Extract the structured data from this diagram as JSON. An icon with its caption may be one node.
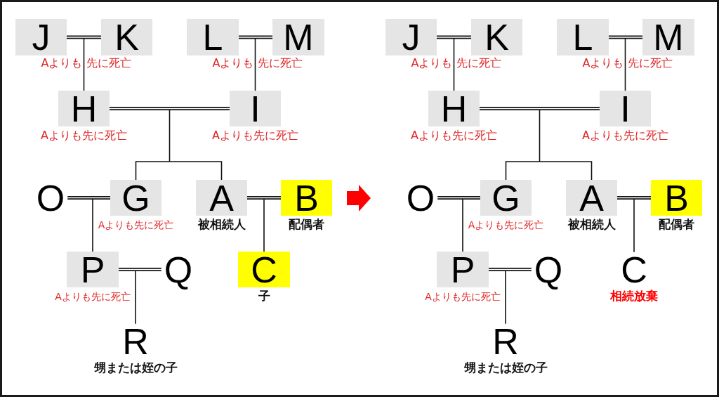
{
  "diagram": {
    "nodes": [
      {
        "text": [
          "J"
        ]
      },
      {
        "text": [
          "K"
        ]
      },
      {
        "text": [
          "L"
        ]
      },
      {
        "text": [
          "M"
        ]
      },
      {
        "text": [
          "H"
        ],
        "beside": [
          "Aよりも先に死亡"
        ]
      },
      {
        "text": [
          "I"
        ],
        "beside": [
          "Aよりも先に死亡"
        ]
      },
      {
        "text": [
          "O"
        ]
      },
      {
        "text": [
          "G"
        ],
        "beside": [
          "Aよりも先に死亡"
        ]
      },
      {
        "text": [
          "A"
        ],
        "beside": [
          "被相続人"
        ]
      },
      {
        "text": [
          "B"
        ],
        "beside": [
          "配偶者"
        ]
      },
      {
        "text": [
          "P"
        ],
        "beside": [
          "Aよりも先に死亡"
        ]
      },
      {
        "text": [
          "Q"
        ]
      },
      {
        "text": [
          "C"
        ],
        "beside": [
          "子"
        ]
      },
      {
        "text": [
          "R"
        ],
        "beside": [
          "甥または姪の子"
        ]
      },
      {
        "text": [
          "J"
        ]
      },
      {
        "text": [
          "K"
        ]
      },
      {
        "text": [
          "L"
        ]
      },
      {
        "text": [
          "M"
        ]
      },
      {
        "text": [
          "H"
        ],
        "beside": [
          "Aよりも先に死亡"
        ]
      },
      {
        "text": [
          "I"
        ],
        "beside": [
          "Aよりも先に死亡"
        ]
      },
      {
        "text": [
          "O"
        ]
      },
      {
        "text": [
          "G"
        ],
        "beside": [
          "Aよりも先に死亡"
        ]
      },
      {
        "text": [
          "A"
        ],
        "beside": [
          "被相続人"
        ]
      },
      {
        "text": [
          "B"
        ],
        "beside": [
          "配偶者"
        ]
      },
      {
        "text": [
          "P"
        ],
        "beside": [
          "Aよりも先に死亡"
        ]
      },
      {
        "text": [
          "Q"
        ]
      },
      {
        "text": [
          "C"
        ],
        "beside": [
          "相続放棄"
        ]
      },
      {
        "text": [
          "R"
        ],
        "beside": [
          "甥または姪の子"
        ]
      }
    ],
    "edges": [
      {
        "from": 0,
        "to": 1,
        "arrow": "none"
      },
      {
        "from": 0,
        "to": 4,
        "arrow": "none"
      },
      {
        "from": 1,
        "to": 4,
        "arrow": "none"
      },
      {
        "from": 2,
        "to": 3,
        "arrow": "none"
      },
      {
        "from": 2,
        "to": 5,
        "arrow": "none"
      },
      {
        "from": 3,
        "to": 5,
        "arrow": "none"
      },
      {
        "from": 4,
        "to": 5,
        "arrow": "none"
      },
      {
        "from": 4,
        "to": 7,
        "arrow": "none"
      },
      {
        "from": 5,
        "to": 7,
        "arrow": "none"
      },
      {
        "from": 4,
        "to": 8,
        "arrow": "none"
      },
      {
        "from": 5,
        "to": 8,
        "arrow": "none"
      },
      {
        "from": 6,
        "to": 7,
        "arrow": "none"
      },
      {
        "from": 6,
        "to": 10,
        "arrow": "none"
      },
      {
        "from": 7,
        "to": 10,
        "arrow": "none"
      },
      {
        "from": 8,
        "to": 9,
        "arrow": "none"
      },
      {
        "from": 8,
        "to": 12,
        "arrow": "none"
      },
      {
        "from": 9,
        "to": 12,
        "arrow": "none"
      },
      {
        "from": 10,
        "to": 11,
        "arrow": "none"
      },
      {
        "from": 10,
        "to": 13,
        "arrow": "none"
      },
      {
        "from": 11,
        "to": 13,
        "arrow": "none"
      },
      {
        "from": 14,
        "to": 15,
        "arrow": "none"
      },
      {
        "from": 14,
        "to": 18,
        "arrow": "none"
      },
      {
        "from": 15,
        "to": 18,
        "arrow": "none"
      },
      {
        "from": 16,
        "to": 17,
        "arrow": "none"
      },
      {
        "from": 16,
        "to": 19,
        "arrow": "none"
      },
      {
        "from": 17,
        "to": 19,
        "arrow": "none"
      },
      {
        "from": 18,
        "to": 19,
        "arrow": "none"
      },
      {
        "from": 18,
        "to": 21,
        "arrow": "none"
      },
      {
        "from": 19,
        "to": 21,
        "arrow": "none"
      },
      {
        "from": 18,
        "to": 22,
        "arrow": "none"
      },
      {
        "from": 19,
        "to": 22,
        "arrow": "none"
      },
      {
        "from": 20,
        "to": 21,
        "arrow": "none"
      },
      {
        "from": 20,
        "to": 24,
        "arrow": "none"
      },
      {
        "from": 21,
        "to": 24,
        "arrow": "none"
      },
      {
        "from": 22,
        "to": 23,
        "arrow": "none"
      },
      {
        "from": 22,
        "to": 26,
        "arrow": "none"
      },
      {
        "from": 23,
        "to": 26,
        "arrow": "none"
      },
      {
        "from": 24,
        "to": 25,
        "arrow": "none"
      },
      {
        "from": 24,
        "to": 27,
        "arrow": "none"
      },
      {
        "from": 25,
        "to": 27,
        "arrow": "none"
      }
    ],
    "labels": [
      "Aよりも 先に死亡",
      "Aよりも 先に死亡",
      "Aよりも 先に死亡",
      "Aよりも 先に死亡"
    ]
  }
}
